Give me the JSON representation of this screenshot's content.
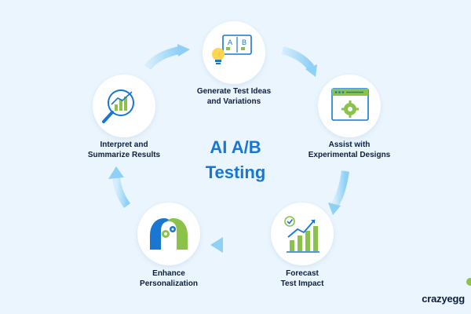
{
  "title": {
    "line1": "AI A/B",
    "line2": "Testing"
  },
  "colors": {
    "background": "#eaf5fd",
    "title_blue": "#1976d2",
    "label_navy": "#0e1f3d",
    "arrow_blue": "#a9dbf8",
    "accent_green": "#8bc34a",
    "icon_blue": "#1976d2"
  },
  "steps": [
    {
      "line1": "Generate Test Ideas",
      "line2": "and Variations",
      "icon": "lightbulb-ab-icon"
    },
    {
      "line1": "Assist with",
      "line2": "Experimental Designs",
      "icon": "browser-gear-icon"
    },
    {
      "line1": "Forecast",
      "line2": "Test Impact",
      "icon": "growth-chart-icon"
    },
    {
      "line1": "Enhance",
      "line2": "Personalization",
      "icon": "heads-gears-icon"
    },
    {
      "line1": "Interpret and",
      "line2": "Summarize Results",
      "icon": "magnifier-chart-icon"
    }
  ],
  "icon_text": {
    "ab_a": "A",
    "ab_b": "B"
  },
  "brand": "crazyegg"
}
